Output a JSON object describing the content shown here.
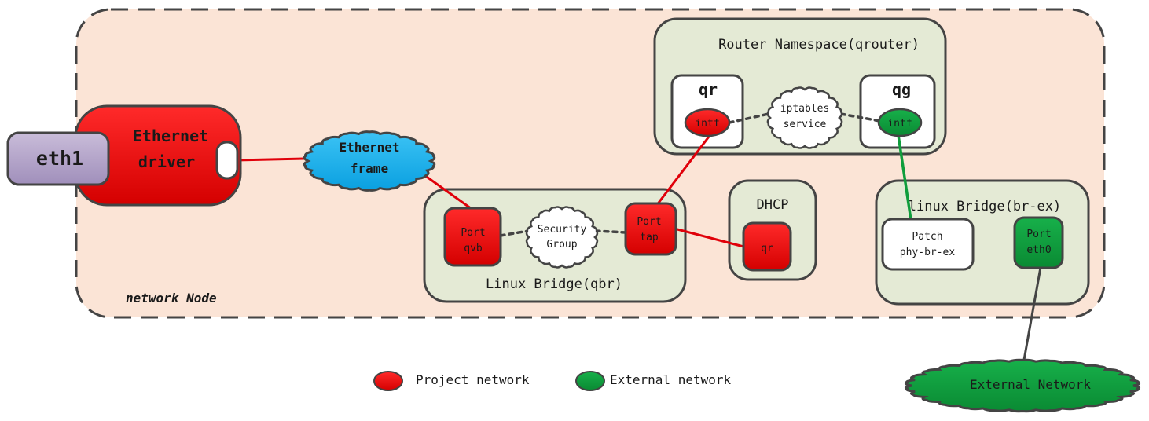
{
  "network_node": {
    "label": "network Node"
  },
  "eth1": {
    "label": "eth1"
  },
  "ethernet_driver": {
    "line1": "Ethernet",
    "line2": "driver"
  },
  "ethernet_frame": {
    "line1": "Ethernet",
    "line2": "frame"
  },
  "router_namespace": {
    "title": "Router Namespace(qrouter)",
    "qr": {
      "label": "qr",
      "intf": "intf"
    },
    "qg": {
      "label": "qg",
      "intf": "intf"
    },
    "iptables": {
      "line1": "iptables",
      "line2": "service"
    }
  },
  "linux_bridge_qbr": {
    "title": "Linux Bridge(qbr)",
    "port_qvb": {
      "line1": "Port",
      "line2": "qvb"
    },
    "security_group": {
      "line1": "Security",
      "line2": "Group"
    },
    "port_tap": {
      "line1": "Port",
      "line2": "tap"
    }
  },
  "dhcp": {
    "title": "DHCP",
    "qr": "qr"
  },
  "linux_bridge_brex": {
    "title": "linux Bridge(br-ex)",
    "patch": {
      "line1": "Patch",
      "line2": "phy-br-ex"
    },
    "port_eth0": {
      "line1": "Port",
      "line2": "eth0"
    }
  },
  "external_network": {
    "label": "External Network"
  },
  "legend": {
    "project": "Project network",
    "external": "External network"
  },
  "colors": {
    "project": "#e0000a",
    "external": "#0f9d3c",
    "frame": "#1fb0ee",
    "node_bg": "#fbe4d6",
    "container_bg": "#e4ead5",
    "eth1_bg": "#b7a6cc"
  }
}
